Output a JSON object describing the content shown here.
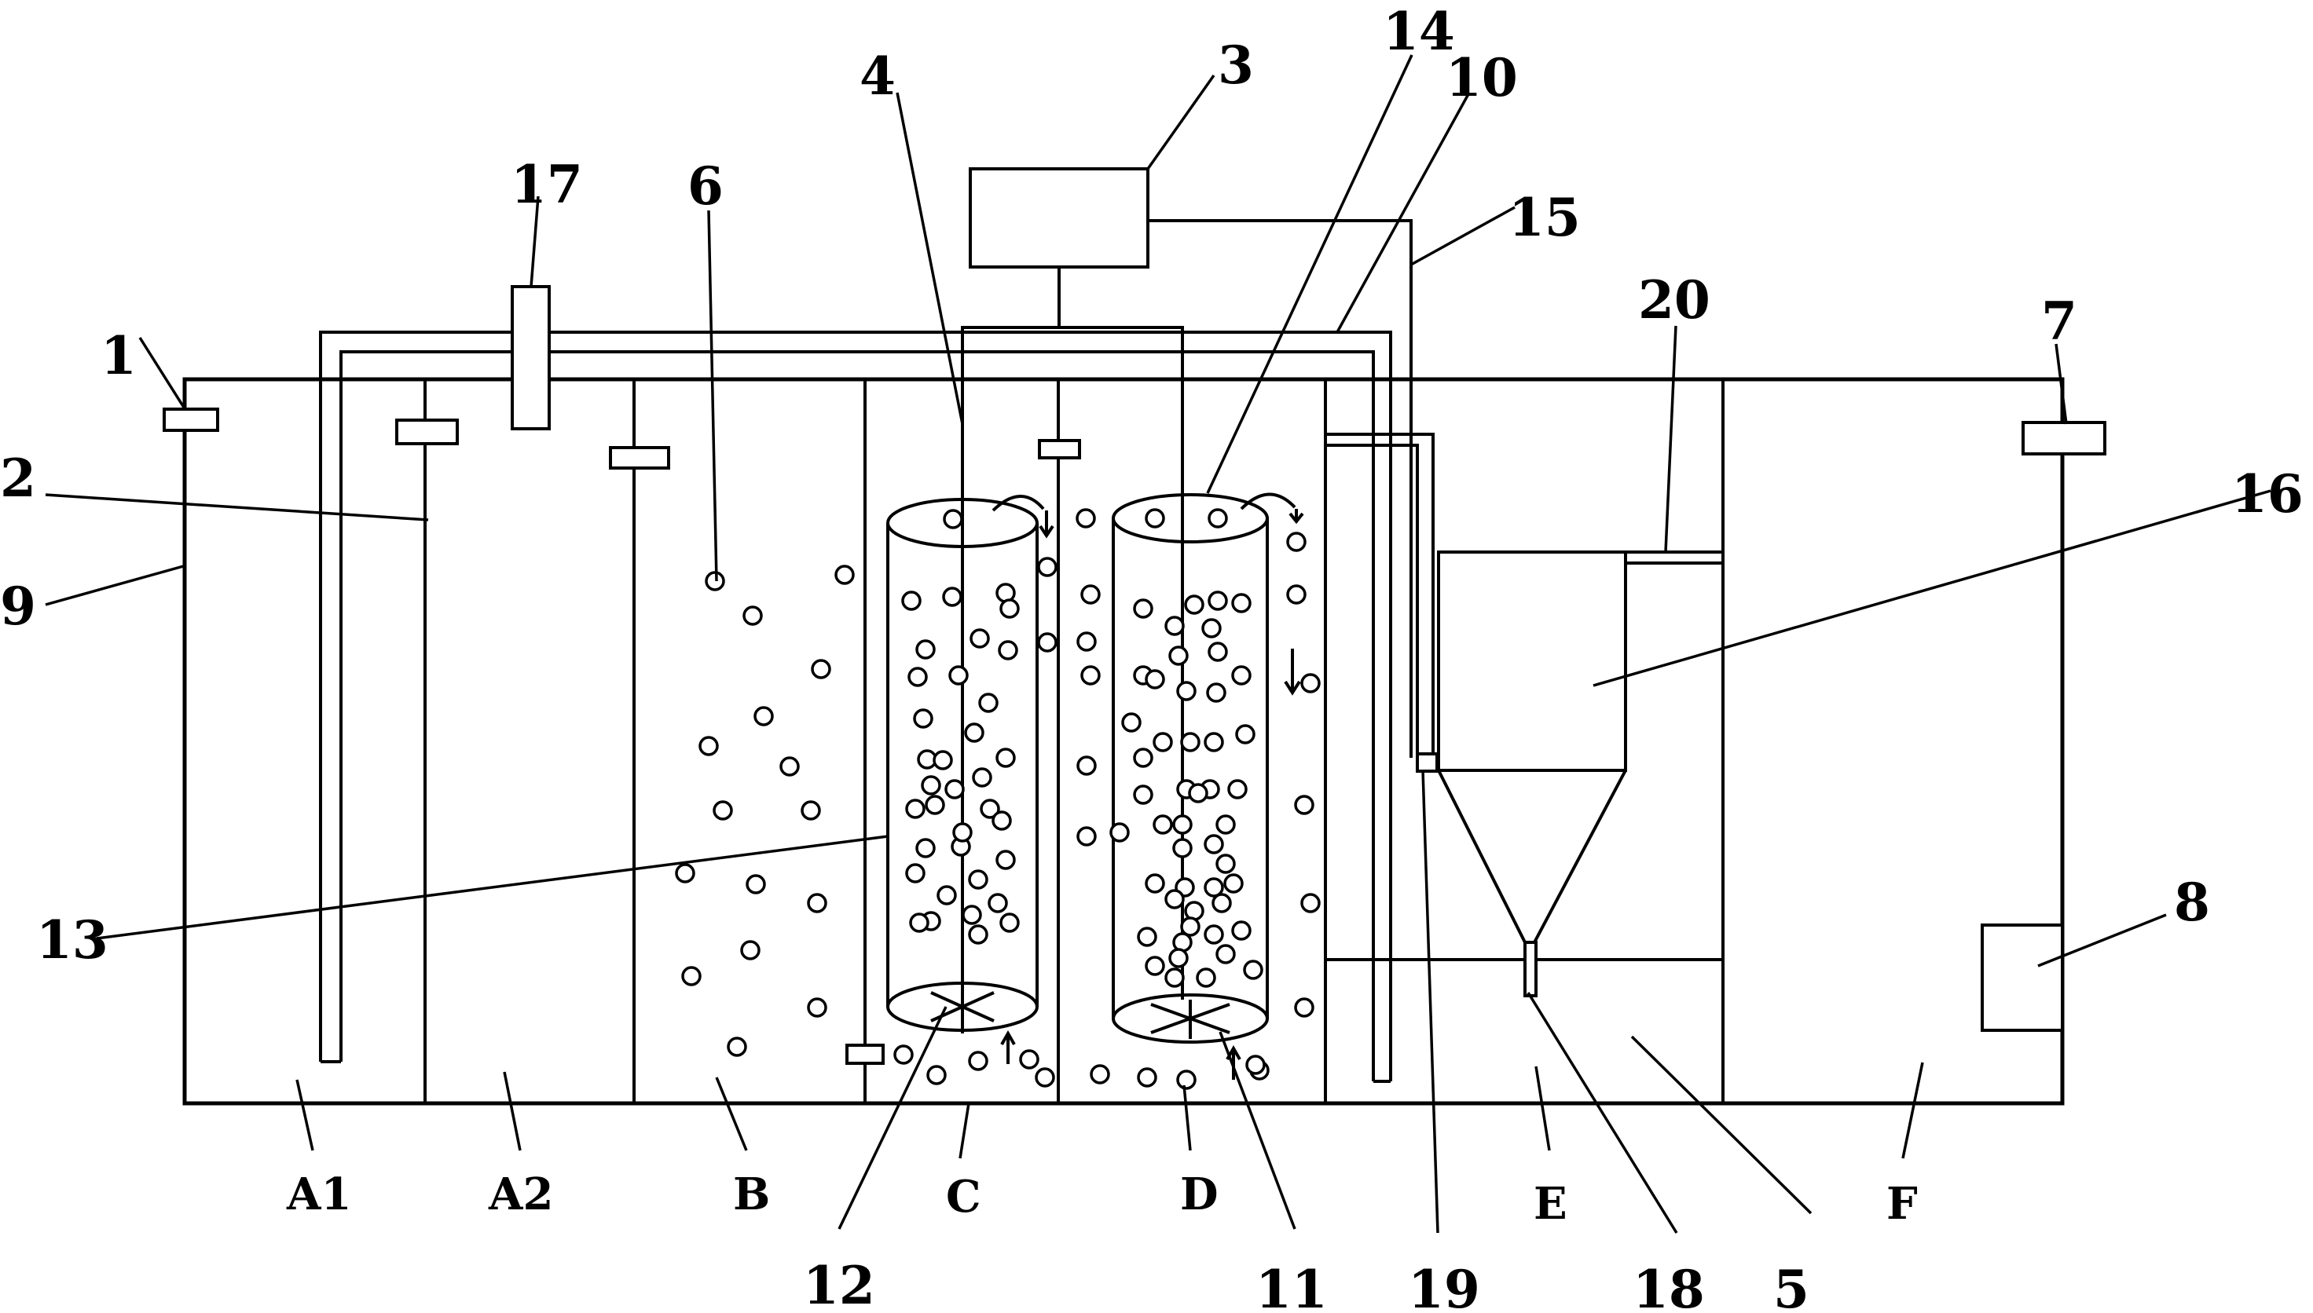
{
  "parts": {
    "p1": "1",
    "p2": "2",
    "p3": "3",
    "p4": "4",
    "p5": "5",
    "p6": "6",
    "p7": "7",
    "p8": "8",
    "p9": "9",
    "p10": "10",
    "p11": "11",
    "p12": "12",
    "p13": "13",
    "p14": "14",
    "p15": "15",
    "p16": "16",
    "p17": "17",
    "p18": "18",
    "p19": "19",
    "p20": "20"
  },
  "zones": {
    "a1": "A1",
    "a2": "A2",
    "b": "B",
    "c": "C",
    "d": "D",
    "e": "E",
    "f": "F"
  }
}
